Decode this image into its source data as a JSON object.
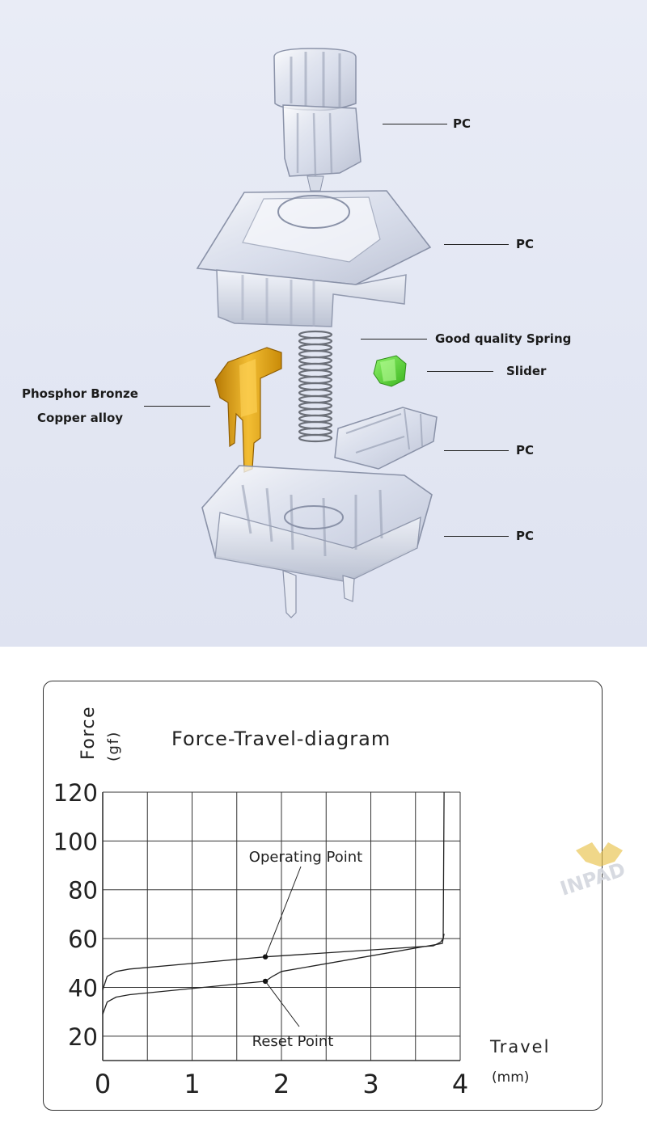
{
  "labels": {
    "pc_stem": "PC",
    "pc_top_housing": "PC",
    "spring": "Good quality Spring",
    "slider": "Slider",
    "phosphor_line1": "Phosphor Bronze",
    "phosphor_line2": "Copper alloy",
    "pc_slider_holder": "PC",
    "pc_bottom_housing": "PC"
  },
  "watermark": "INPAD",
  "colors": {
    "contact": "#e1a30e",
    "slider": "#5fd63a",
    "watermark": "#e8c24a"
  },
  "chart_data": {
    "type": "line",
    "title": "Force-Travel-diagram",
    "ylabel": "Force",
    "yunit": "(gf)",
    "xlabel": "Travel",
    "xunit": "(mm)",
    "xlim": [
      0,
      4
    ],
    "ylim": [
      10,
      120
    ],
    "xticks": [
      "0",
      "1",
      "2",
      "3",
      "4"
    ],
    "yticks": [
      "20",
      "40",
      "60",
      "80",
      "100",
      "120"
    ],
    "grid": true,
    "series": [
      {
        "x": [
          0,
          0.05,
          0.15,
          0.3,
          1.82,
          3.7,
          3.78,
          3.81,
          3.82
        ],
        "y": [
          39,
          44.5,
          46.5,
          47.5,
          52.5,
          57,
          58.5,
          60,
          120
        ]
      },
      {
        "x": [
          0,
          0.05,
          0.15,
          0.3,
          1.82,
          1.9,
          2.0,
          3.8,
          3.82
        ],
        "y": [
          29,
          34,
          36,
          37,
          42.5,
          44.5,
          46.5,
          58,
          62
        ]
      }
    ],
    "points": [
      {
        "label": "Operating Point",
        "x": 1.82,
        "y": 52.5
      },
      {
        "label": "Reset Point",
        "x": 1.82,
        "y": 42.5
      }
    ]
  }
}
